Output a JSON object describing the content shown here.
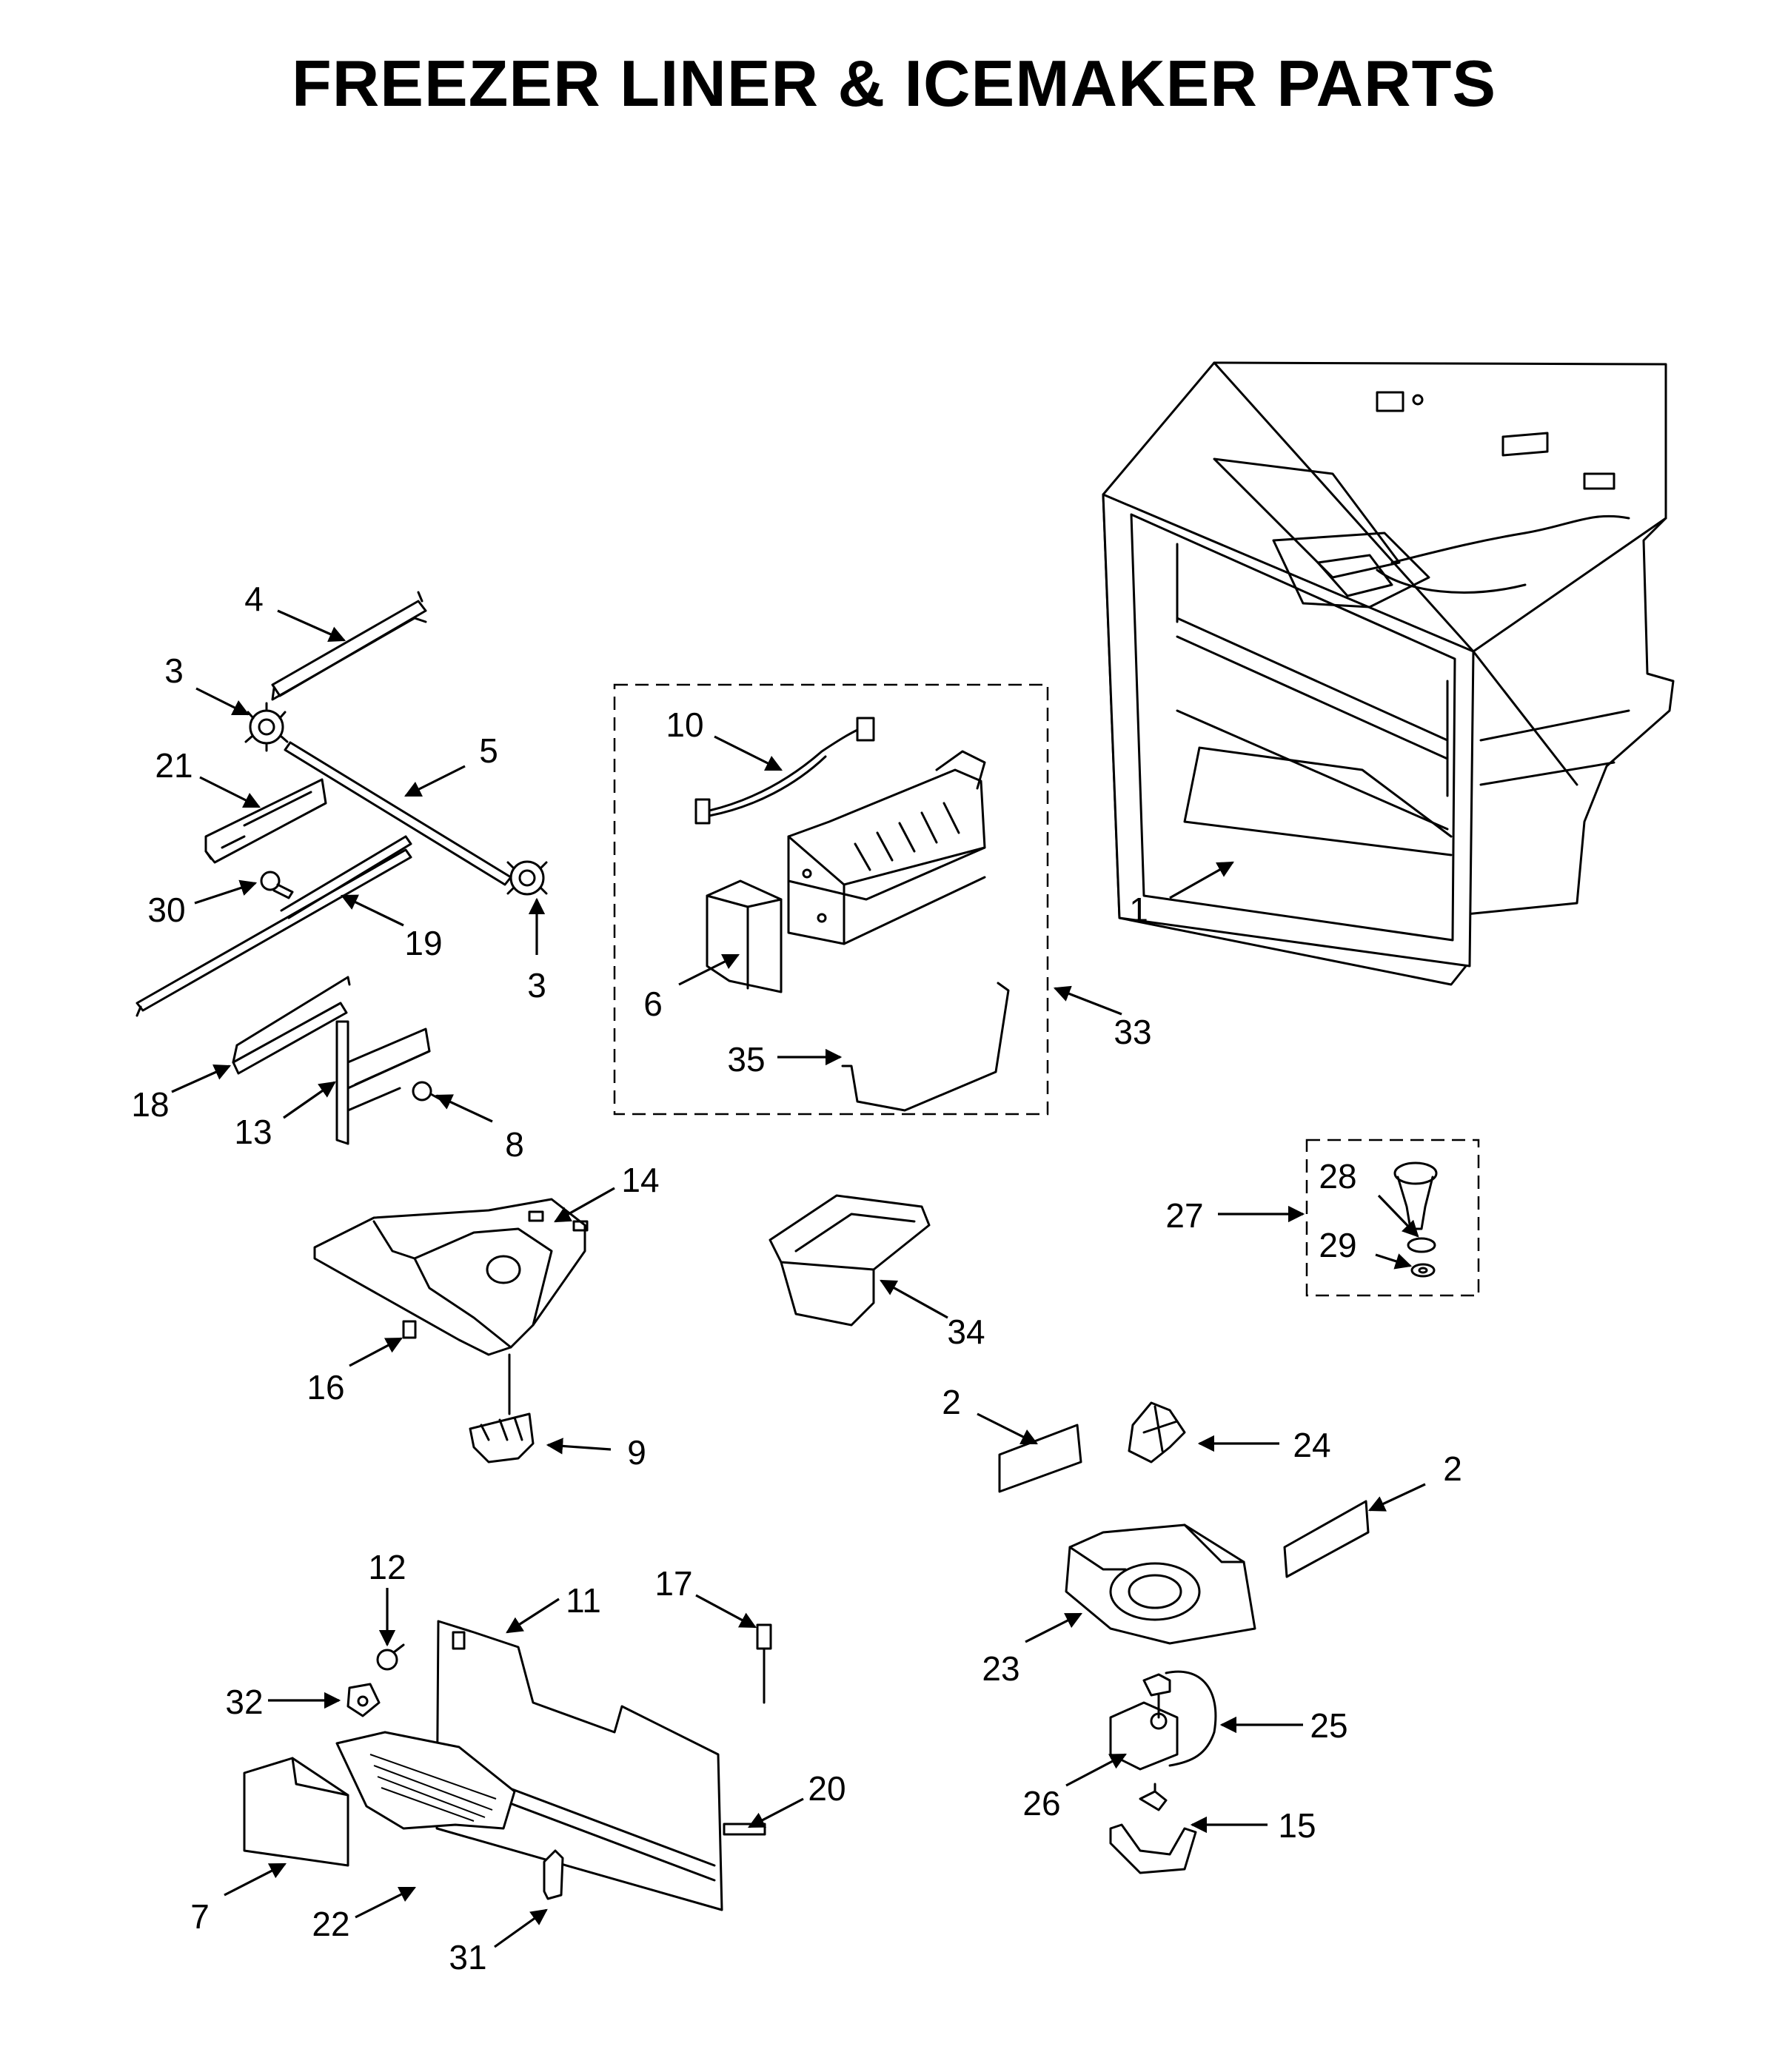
{
  "title": "FREEZER LINER & ICEMAKER PARTS",
  "callouts": [
    {
      "id": "c1",
      "label": "1"
    },
    {
      "id": "c2a",
      "label": "2"
    },
    {
      "id": "c2b",
      "label": "2"
    },
    {
      "id": "c3a",
      "label": "3"
    },
    {
      "id": "c3b",
      "label": "3"
    },
    {
      "id": "c4",
      "label": "4"
    },
    {
      "id": "c5",
      "label": "5"
    },
    {
      "id": "c6",
      "label": "6"
    },
    {
      "id": "c7",
      "label": "7"
    },
    {
      "id": "c8",
      "label": "8"
    },
    {
      "id": "c9",
      "label": "9"
    },
    {
      "id": "c10",
      "label": "10"
    },
    {
      "id": "c11",
      "label": "11"
    },
    {
      "id": "c12",
      "label": "12"
    },
    {
      "id": "c13",
      "label": "13"
    },
    {
      "id": "c14",
      "label": "14"
    },
    {
      "id": "c15",
      "label": "15"
    },
    {
      "id": "c16",
      "label": "16"
    },
    {
      "id": "c17",
      "label": "17"
    },
    {
      "id": "c18",
      "label": "18"
    },
    {
      "id": "c19",
      "label": "19"
    },
    {
      "id": "c20",
      "label": "20"
    },
    {
      "id": "c21",
      "label": "21"
    },
    {
      "id": "c22",
      "label": "22"
    },
    {
      "id": "c23",
      "label": "23"
    },
    {
      "id": "c24",
      "label": "24"
    },
    {
      "id": "c25",
      "label": "25"
    },
    {
      "id": "c26",
      "label": "26"
    },
    {
      "id": "c27",
      "label": "27"
    },
    {
      "id": "c28",
      "label": "28"
    },
    {
      "id": "c29",
      "label": "29"
    },
    {
      "id": "c30",
      "label": "30"
    },
    {
      "id": "c31",
      "label": "31"
    },
    {
      "id": "c32",
      "label": "32"
    },
    {
      "id": "c33",
      "label": "33"
    },
    {
      "id": "c34",
      "label": "34"
    },
    {
      "id": "c35",
      "label": "35"
    }
  ]
}
